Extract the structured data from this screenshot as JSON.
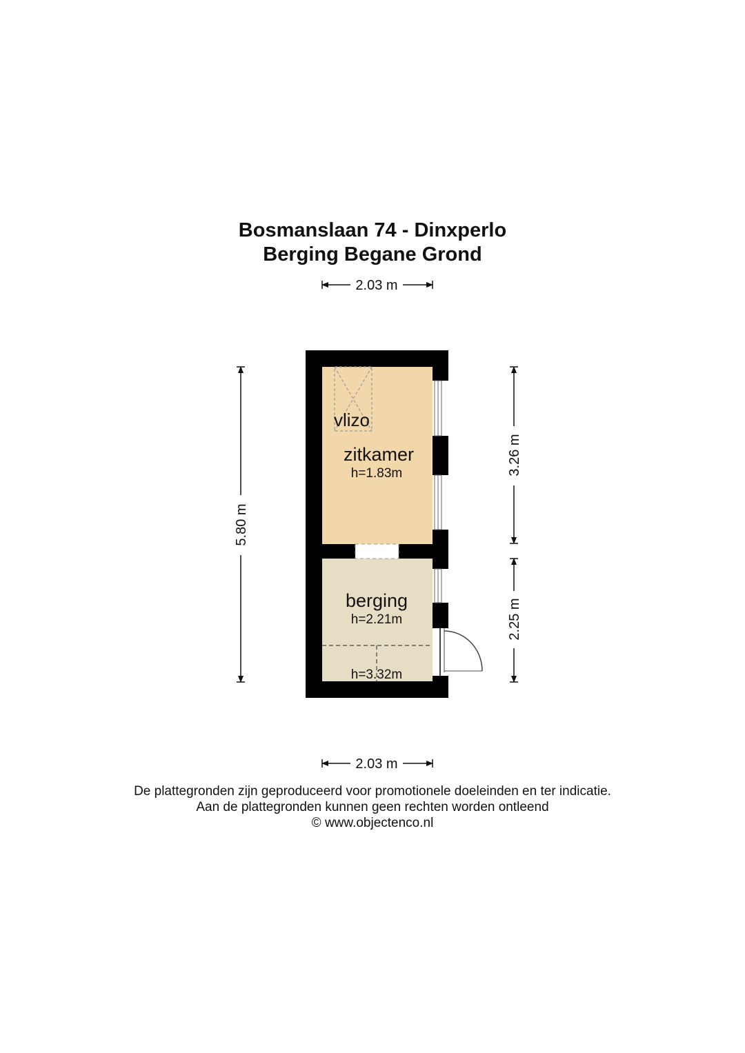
{
  "header": {
    "address": "Bosmanslaan 74 - Dinxperlo",
    "floor": "Berging Begane Grond"
  },
  "dimensions": {
    "top_width": "2.03 m",
    "bottom_width": "2.03 m",
    "left_height": "5.80 m",
    "right_upper": "3.26 m",
    "right_lower": "2.25 m"
  },
  "rooms": {
    "zitkamer": {
      "name": "zitkamer",
      "height": "h=1.83m",
      "fill": "#f2d7aa"
    },
    "vlizo": {
      "label": "vlizo"
    },
    "berging": {
      "name": "berging",
      "height": "h=2.21m",
      "height_low": "h=3.32m",
      "fill": "#e6dec4"
    }
  },
  "colors": {
    "wall": "#000000",
    "dimension_line": "#111111",
    "hatch": "#888888"
  },
  "footer": {
    "line1": "De plattegronden zijn geproduceerd voor promotionele doeleinden en ter indicatie.",
    "line2": "Aan de plattegronden kunnen geen rechten worden ontleend",
    "line3": "© www.objectenco.nl"
  }
}
